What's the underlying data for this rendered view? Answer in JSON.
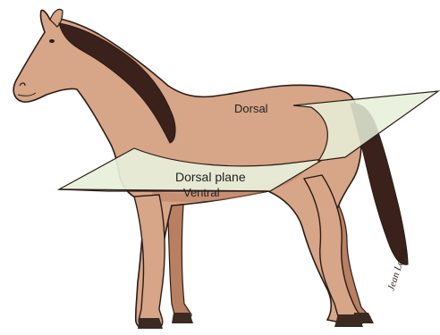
{
  "labels": {
    "dorsal": "Dorsal",
    "dorsal_plane": "Dorsal plane",
    "ventral": "Ventral"
  },
  "signature_text": "Jean Lewis",
  "colors": {
    "coat": "#d7a587",
    "coat_shadow": "#b97f62",
    "mane_tail": "#3a211b",
    "plane": "#e7efd9",
    "outline": "#2a1b16"
  }
}
